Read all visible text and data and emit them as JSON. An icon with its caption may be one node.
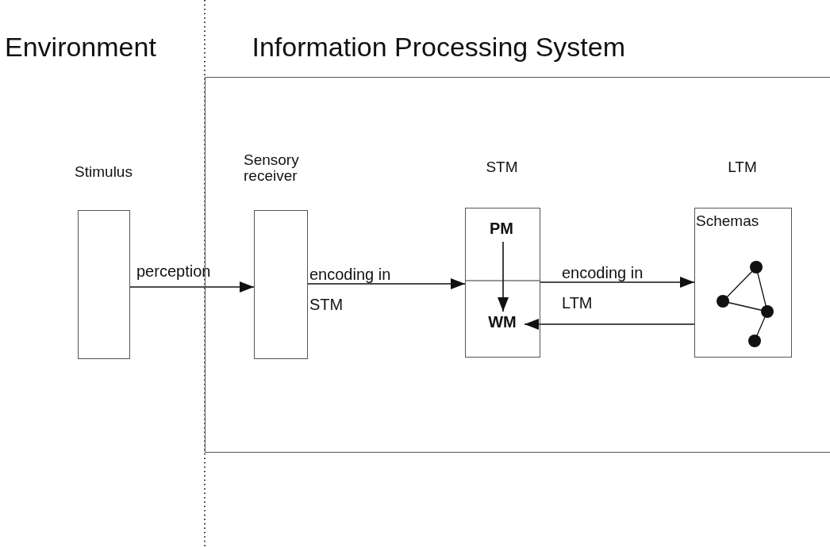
{
  "diagram": {
    "nodes": [
      {
        "text": [
          "Information Processing System"
        ]
      },
      {
        "text": [
          "Stimulus"
        ]
      },
      {
        "text": [
          "Sensory receiver"
        ],
        "in": 0
      },
      {
        "text": [
          "STM"
        ],
        "in": 0
      },
      {
        "text": [
          "PM"
        ],
        "in": 3
      },
      {
        "text": [
          "WM"
        ],
        "in": 3
      },
      {
        "text": [
          "LTM",
          "Schemas"
        ],
        "in": 0
      }
    ],
    "edges": [
      {
        "from": 1,
        "to": 2,
        "arrow": "to",
        "label": "perception"
      },
      {
        "from": 2,
        "to": 3,
        "arrow": "to",
        "label": "encoding in STM"
      },
      {
        "from": 3,
        "to": 6,
        "arrow": "to",
        "label": "encoding in LTM"
      },
      {
        "from": 4,
        "to": 5,
        "arrow": "to"
      },
      {
        "from": 6,
        "to": 5,
        "arrow": "to"
      }
    ],
    "labels": [
      "Environment"
    ]
  }
}
